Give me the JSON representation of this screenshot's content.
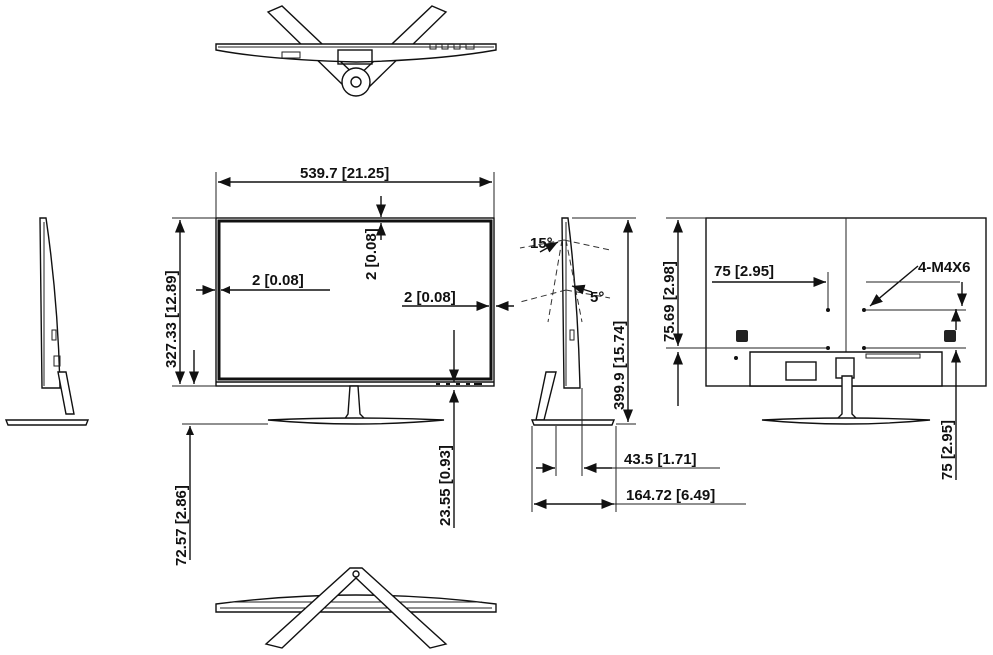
{
  "dimensions": {
    "width": "539.7  [21.25]",
    "bezel_top": "2  [0.08]",
    "bezel_left": "2  [0.08]",
    "bezel_right": "2  [0.08]",
    "height_upper": "327.33  [12.89]",
    "stand_height": "72.57  [2.86]",
    "bottom_offset": "23.55 [0.93]",
    "tilt_back": "15°",
    "tilt_fwd": "5°",
    "side_height": "399.9 [15.74]",
    "depth_panel": "43.5  [1.71]",
    "depth_total": "164.72 [6.49]",
    "vesa_h_offset": "75.69  [2.98]",
    "vesa_h": "75  [2.95]",
    "vesa_v": "75 [2.95]",
    "screw": "4-M4X6"
  }
}
